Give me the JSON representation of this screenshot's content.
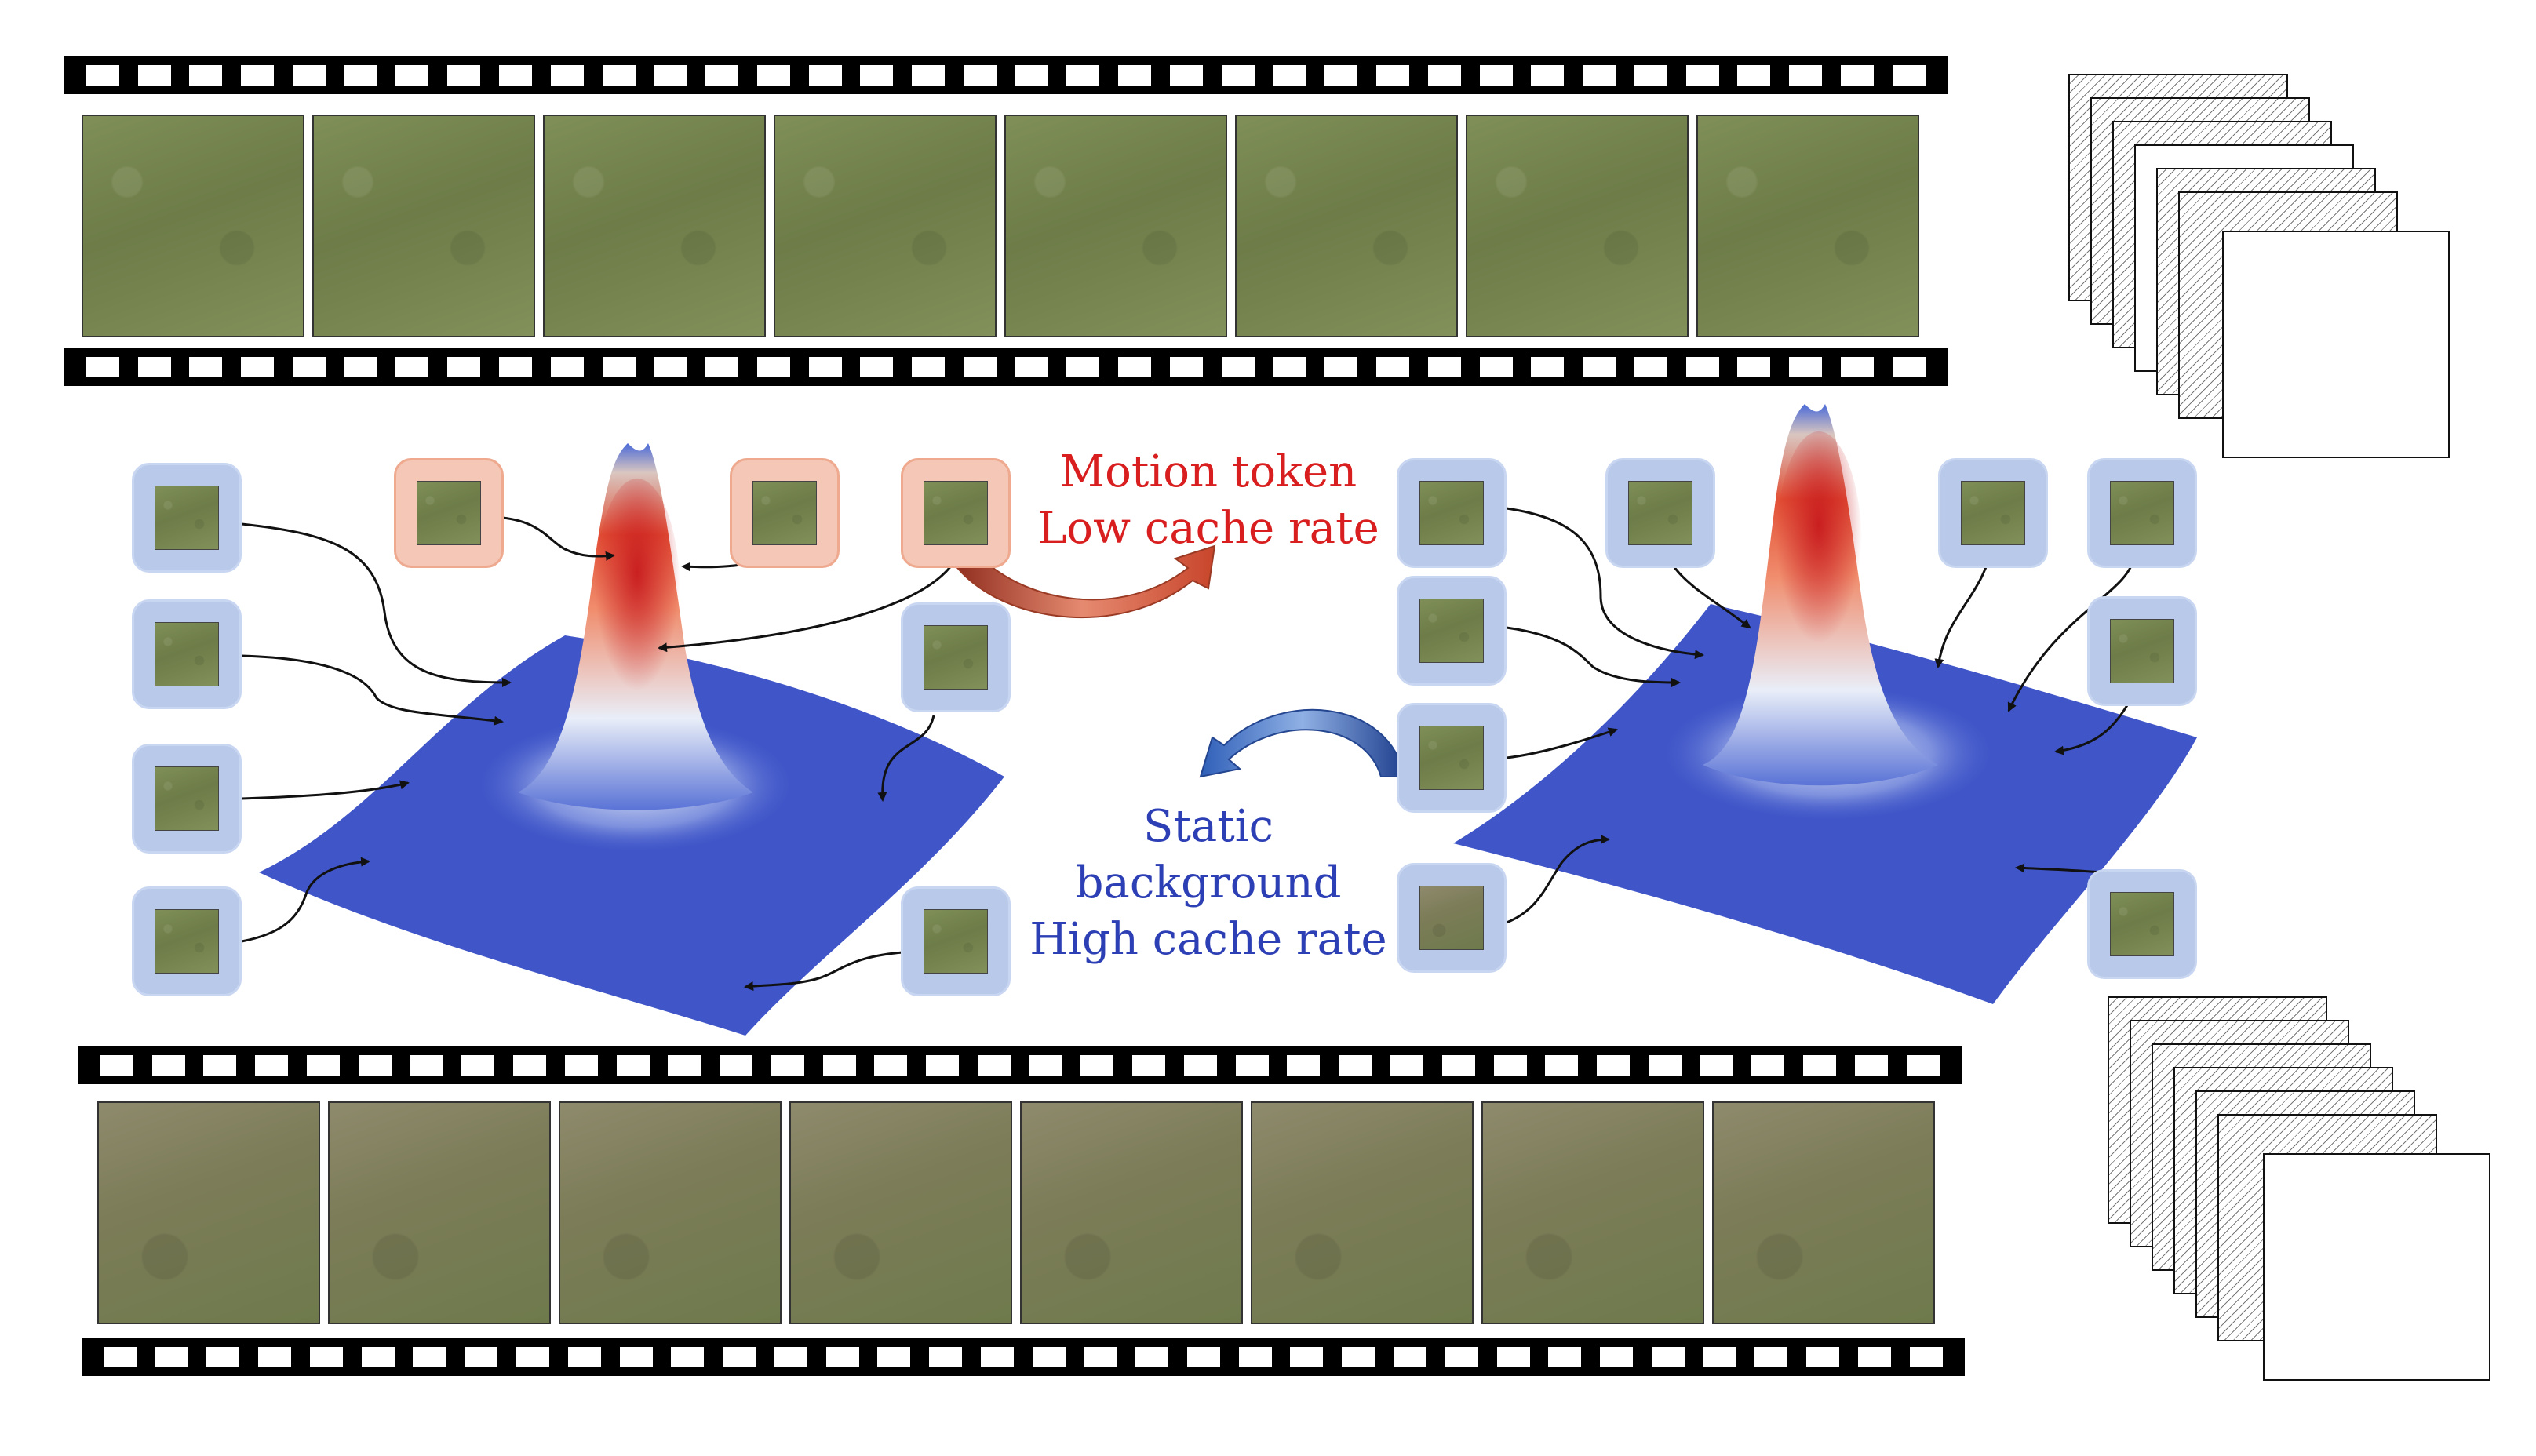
{
  "annotations": {
    "motion_line1": "Motion token",
    "motion_line2": "Low cache rate",
    "static_line1": "Static",
    "static_line2": "background",
    "static_line3": "High cache rate"
  },
  "colors": {
    "motion_text": "#d81e1e",
    "static_text": "#2d3fb4",
    "patch_motion": "#f4c7b6",
    "patch_static": "#b9c9ea",
    "surface_base": "#3f55c8",
    "peak_hot": "#d92b2b",
    "curved_arrow_red": "#c8452b",
    "curved_arrow_blue": "#2f5fb8"
  },
  "icons": {
    "film_strip": "film-strip-icon",
    "frame_stack": "frame-stack-icon",
    "surface_plot": "3d-surface-icon"
  }
}
